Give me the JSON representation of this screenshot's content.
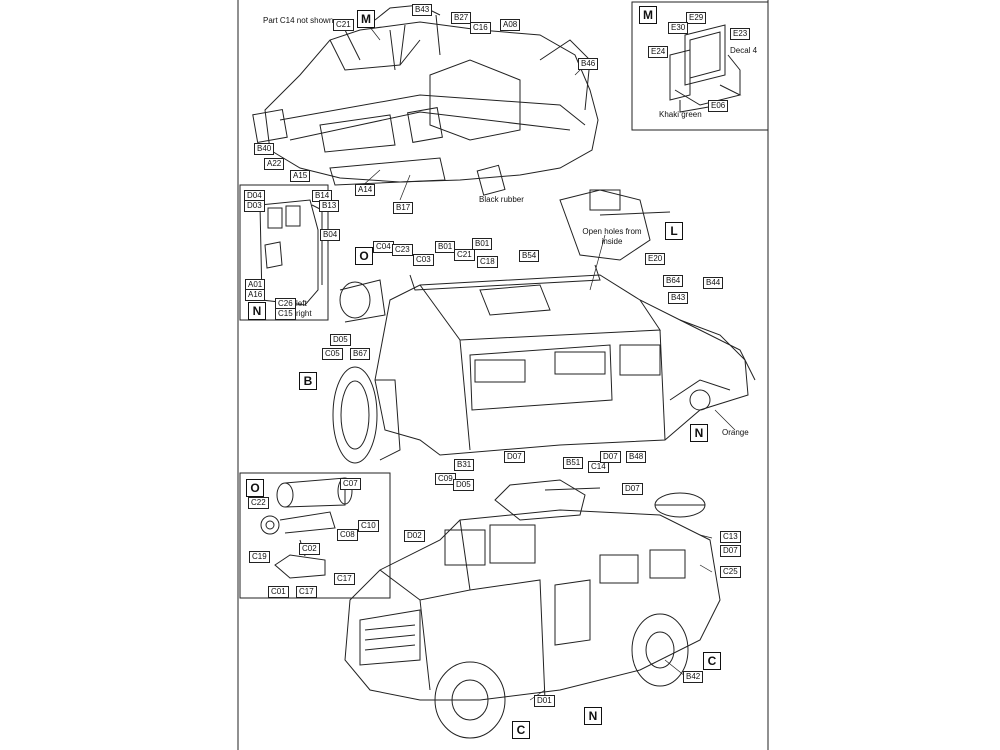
{
  "callouts": {
    "M": "M",
    "N": "N",
    "O": "O",
    "L": "L",
    "B": "B",
    "C": "C"
  },
  "notes": {
    "part_c14_not_shown": "Part C14 not shown.",
    "black_rubber": "Black rubber",
    "decal_4": "Decal 4",
    "khaki_green": "Khaki green",
    "open_holes": "Open holes from inside",
    "orange": "Orange",
    "left": "left",
    "right": "right"
  },
  "parts": {
    "C21": "C21",
    "B43": "B43",
    "B27": "B27",
    "C16": "C16",
    "A08": "A08",
    "B46": "B46",
    "B40": "B40",
    "A22": "A22",
    "A15": "A15",
    "A14": "A14",
    "B17": "B17",
    "E29": "E29",
    "E30": "E30",
    "E23": "E23",
    "E24": "E24",
    "E06": "E06",
    "D04": "D04",
    "D03": "D03",
    "B14": "B14",
    "B13": "B13",
    "B04": "B04",
    "A01": "A01",
    "A16": "A16",
    "C26": "C26",
    "C15": "C15",
    "C04": "C04",
    "C23": "C23",
    "C03": "C03",
    "B01": "B01",
    "C18": "C18",
    "B54": "B54",
    "E20": "E20",
    "B64": "B64",
    "B44": "B44",
    "D05": "D05",
    "C05": "C05",
    "B67": "B67",
    "B31": "B31",
    "C09": "C09",
    "D07": "D07",
    "B51": "B51",
    "C14": "C14",
    "B48": "B48",
    "C07": "C07",
    "C22": "C22",
    "C08": "C08",
    "C10": "C10",
    "C02": "C02",
    "C19": "C19",
    "C17": "C17",
    "C01": "C01",
    "D02": "D02",
    "C13": "C13",
    "C25": "C25",
    "B42": "B42",
    "D01": "D01"
  }
}
